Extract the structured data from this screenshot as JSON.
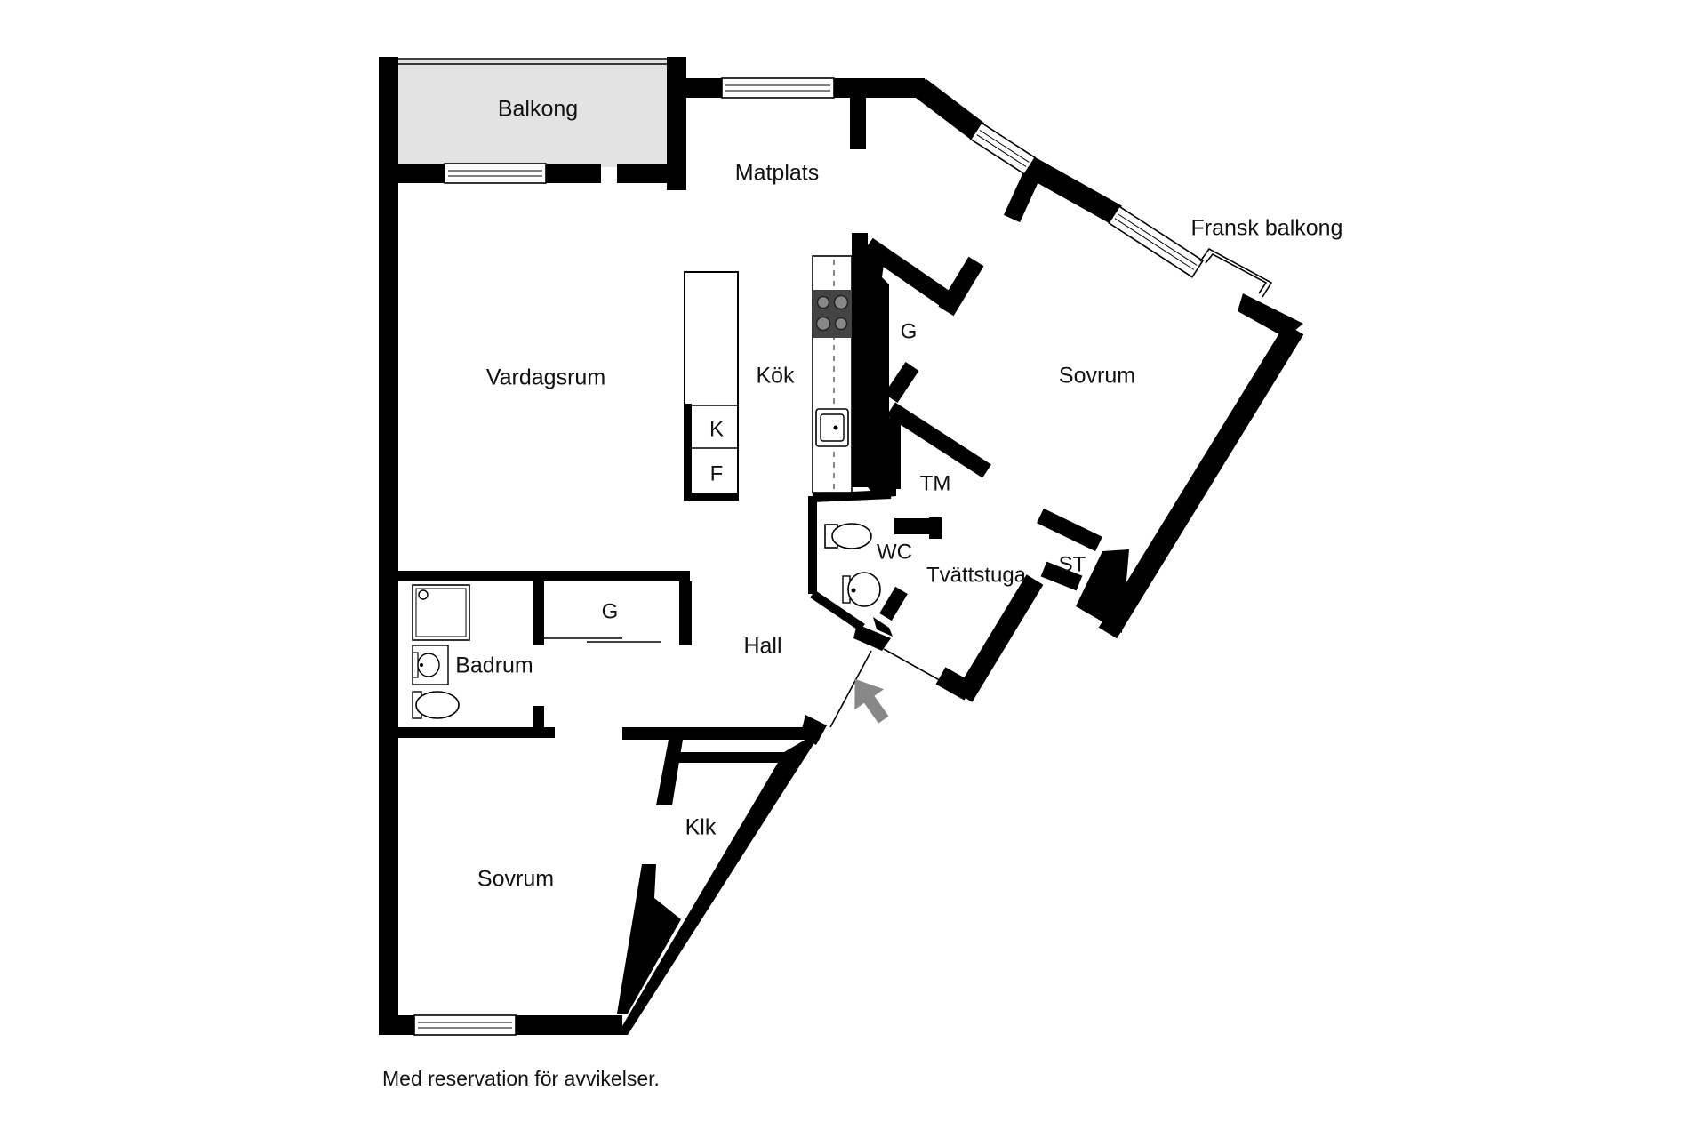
{
  "plan": {
    "rooms": {
      "balkong": "Balkong",
      "matplats": "Matplats",
      "fransk_balkong": "Fransk balkong",
      "kok": "Kök",
      "vardagsrum": "Vardagsrum",
      "sovrum_right": "Sovrum",
      "g_right": "G",
      "tm": "TM",
      "wc": "WC",
      "tvattstuga": "Tvättstuga",
      "st": "ST",
      "g_hall": "G",
      "hall": "Hall",
      "badrum": "Badrum",
      "klk": "Klk",
      "sovrum_bottom": "Sovrum",
      "kyl": "K",
      "frys": "F"
    },
    "colors": {
      "wall": "#000000",
      "balcony_fill": "#e3e3e3",
      "hob": "#444444",
      "entrance_arrow": "#888888"
    },
    "icons": {
      "entrance": "entrance-arrow-icon",
      "hob": "cooktop-icon",
      "sink": "sink-icon",
      "toilet": "toilet-icon",
      "shower": "shower-icon"
    }
  },
  "footer": {
    "disclaimer": "Med reservation för avvikelser."
  }
}
